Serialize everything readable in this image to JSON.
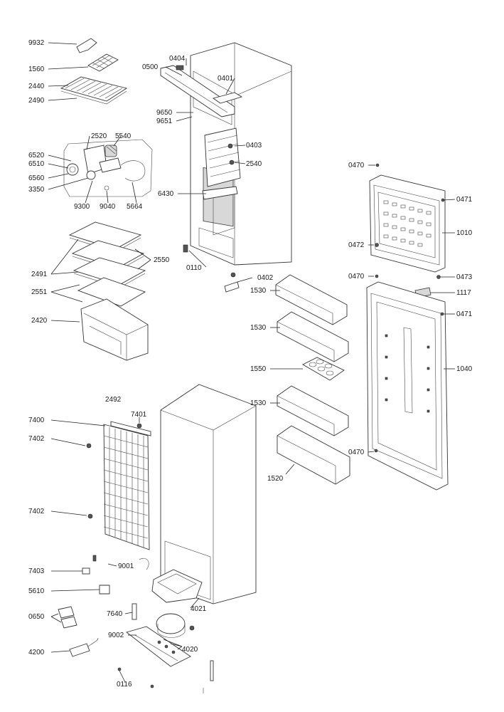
{
  "labels": {
    "l9932": "9932",
    "l1560": "1560",
    "l2440": "2440",
    "l2490": "2490",
    "l2520": "2520",
    "l5540": "5540",
    "l6520": "6520",
    "l6510": "6510",
    "l6560": "6560",
    "l3350": "3350",
    "l9300": "9300",
    "l9040": "9040",
    "l5664": "5664",
    "l2491": "2491",
    "l2551": "2551",
    "l2550": "2550",
    "l2420": "2420",
    "l0404": "0404",
    "l0500": "0500",
    "l0401": "0401",
    "l9650": "9650",
    "l9651": "9651",
    "l0403": "0403",
    "l2540": "2540",
    "l6430": "6430",
    "l0110": "0110",
    "l0402": "0402",
    "l1530a": "1530",
    "l1530b": "1530",
    "l1550": "1550",
    "l1530c": "1530",
    "l1520": "1520",
    "l0470a": "0470",
    "l0471a": "0471",
    "l1010": "1010",
    "l0472": "0472",
    "l0470b": "0470",
    "l0473": "0473",
    "l1117": "1117",
    "l0471b": "0471",
    "l1040": "1040",
    "l0470c": "0470",
    "l2492": "2492",
    "l7400": "7400",
    "l7401": "7401",
    "l7402a": "7402",
    "l7402b": "7402",
    "l7403": "7403",
    "l9001": "9001",
    "l5610": "5610",
    "l0650": "0650",
    "l7640": "7640",
    "l4021": "4021",
    "l9002": "9002",
    "l4020": "4020",
    "l4200": "4200",
    "l0116": "0116"
  }
}
